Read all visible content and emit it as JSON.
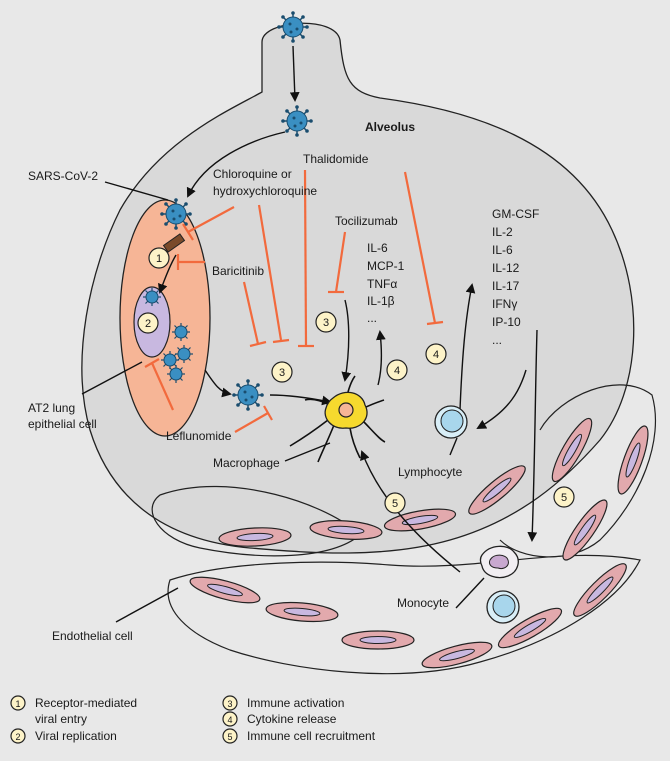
{
  "labels": {
    "alveolus": "Alveolus",
    "sars": "SARS-CoV-2",
    "chloroquine_1": "Chloroquine or",
    "chloroquine_2": "hydroxychloroquine",
    "thalidomide": "Thalidomide",
    "tocilizumab": "Tocilizumab",
    "baricitinib": "Baricitinib",
    "leflunomide": "Leflunomide",
    "macrophage": "Macrophage",
    "lymphocyte": "Lymphocyte",
    "monocyte": "Monocyte",
    "at2_1": "AT2 lung",
    "at2_2": "epithelial cell",
    "endothelial": "Endothelial cell"
  },
  "cytokines_macrophage": [
    "IL-6",
    "MCP-1",
    "TNFα",
    "IL-1β",
    "..."
  ],
  "cytokines_lymphocyte": [
    "GM-CSF",
    "IL-2",
    "IL-6",
    "IL-12",
    "IL-17",
    "IFNγ",
    "IP-10",
    "..."
  ],
  "step_numbers": [
    "1",
    "2",
    "3",
    "3",
    "4",
    "4",
    "5",
    "5"
  ],
  "legend": [
    {
      "num": "1",
      "line1": "Receptor-mediated",
      "line2": "viral entry"
    },
    {
      "num": "2",
      "line1": "Viral replication",
      "line2": ""
    },
    {
      "num": "3",
      "line1": "Immune activation",
      "line2": ""
    },
    {
      "num": "4",
      "line1": "Cytokine release",
      "line2": ""
    },
    {
      "num": "5",
      "line1": "Immune cell recruitment",
      "line2": ""
    }
  ],
  "colors": {
    "background": "#e8e8e8",
    "alveolus_fill": "#d9d9d9",
    "epithelial_fill": "#f6b596",
    "inhibitor": "#f26a3d",
    "virus": "#3a8fc2",
    "endothelial_fill": "#e2a9ad",
    "nucleus": "#c8b8e0",
    "macrophage": "#f6d92e",
    "step_circle": "#fdf3c8"
  }
}
